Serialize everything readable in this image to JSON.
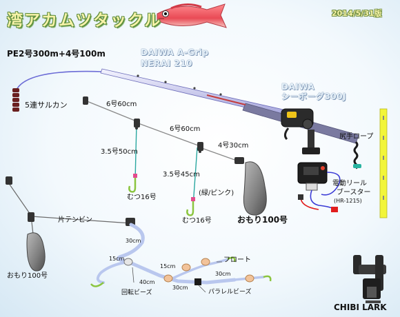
{
  "title": "湾アカムツタックル",
  "date": "2014/5/31版",
  "line_spec": "PE2号300m+4号100m",
  "rod": {
    "brand": "DAIWA A-Grip",
    "model": "NERAI 210"
  },
  "reel": {
    "brand": "DAIWA",
    "model": "シーボーグ300J"
  },
  "swivel_label": "5連サルカン",
  "rope_label": "尻手ロープ",
  "booster": {
    "name_line1": "電動リール",
    "name_line2": "ブースター",
    "model": "(HR-1215)"
  },
  "main_rig": {
    "branch1_length": "6号60cm",
    "branch2_length": "6号60cm",
    "branch3_length": "4号30cm",
    "leader1_length": "3.5号50cm",
    "leader2_length": "3.5号45cm",
    "hook1_label": "むつ16号",
    "hook2_label": "むつ16号",
    "color_note": "(緑/ピンク)",
    "sinker_label": "おもり100号"
  },
  "tenbin_rig": {
    "tenbin_label": "片テンビン",
    "sinker_label": "おもり100号",
    "len_30cm_top": "30cm",
    "len_15cm_left": "15cm",
    "len_40cm": "40cm",
    "len_15cm_right": "15cm",
    "len_30cm_right": "30cm",
    "len_30cm_bottom": "30cm",
    "float_label": "フロート",
    "swivel_bead_label": "回転ビーズ",
    "parallel_bead_label": "パラレルビーズ"
  },
  "holder_label": "CHIBI LARK",
  "colors": {
    "title": "#f7f3a8",
    "fish": "#e8505a",
    "leader": "#2aa7a0",
    "sinker": "#7a7a7a",
    "marker_bar": "#f2f53a",
    "booster_wire_red": "#e11d1d",
    "booster_wire_blue": "#3a3ad6"
  }
}
